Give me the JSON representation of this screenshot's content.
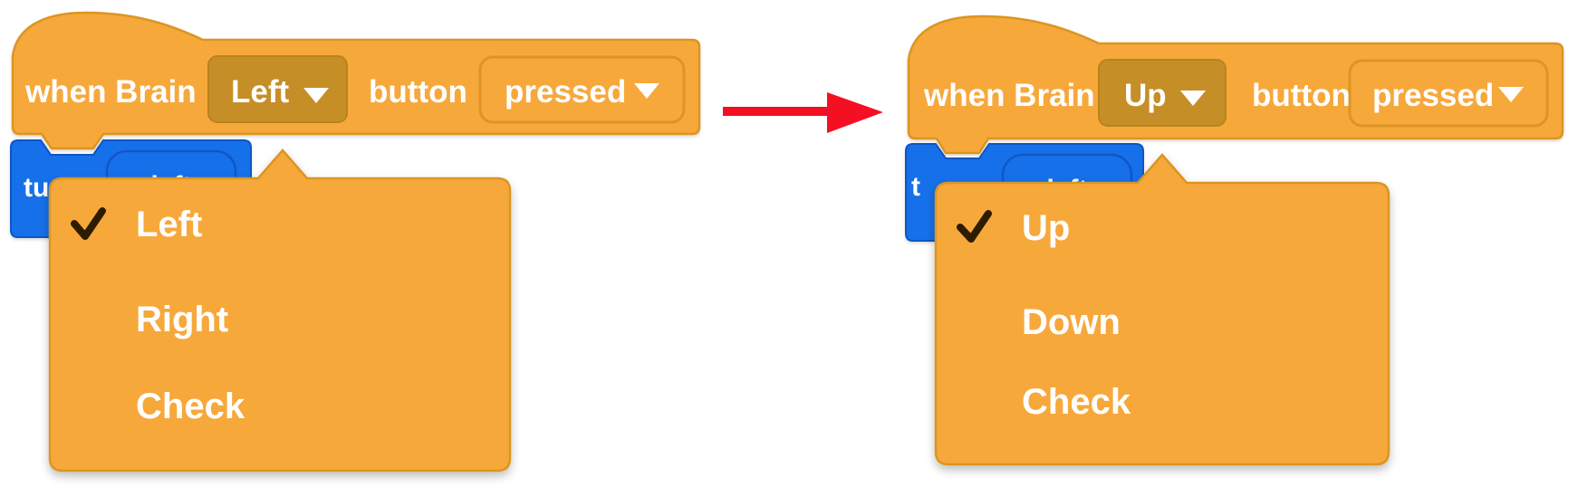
{
  "colors": {
    "orange": "#F7A83B",
    "orange_border": "#DC9523",
    "orange_dark": "#C68E27",
    "orange_dark_border": "#B9831D",
    "blue": "#1570EA",
    "blue_border": "#1157C5",
    "white": "#FFFFFF",
    "arrow_red": "#F40F23",
    "checkmark": "#2E1C06",
    "background": "#FFFFFF"
  },
  "before": {
    "hat": {
      "when_label": "when Brain",
      "port_value": "Left",
      "button_label": "button",
      "state_value": "pressed"
    },
    "turn_block": {
      "visible_text": "tu",
      "oval_value": "left"
    },
    "menu": {
      "items": [
        "Left",
        "Right",
        "Check"
      ],
      "checked": "Left"
    }
  },
  "after": {
    "hat": {
      "when_label": "when Brain",
      "port_value": "Up",
      "button_label": "button",
      "state_value": "pressed"
    },
    "turn_block": {
      "visible_text": "t",
      "oval_value": "left"
    },
    "menu": {
      "items": [
        "Up",
        "Down",
        "Check"
      ],
      "checked": "Up"
    }
  }
}
